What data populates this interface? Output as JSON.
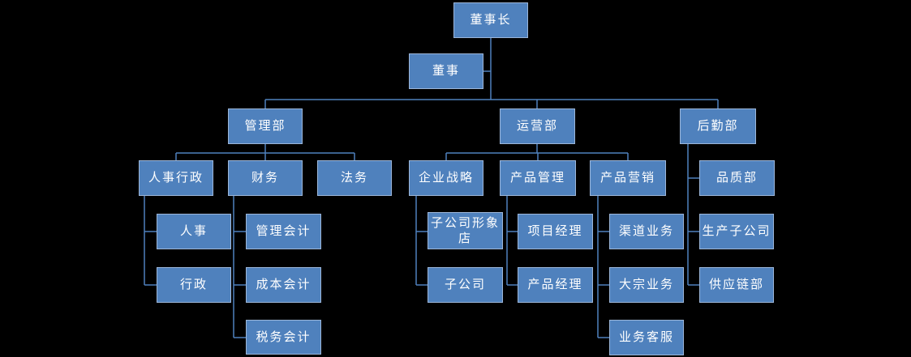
{
  "diagram": {
    "type": "org-chart",
    "language": "zh-CN"
  },
  "colors": {
    "background": "#000000",
    "node_fill": "#4f81bd",
    "node_border": "#9cb6d9",
    "connector": "#4f81bd",
    "text": "#ffffff"
  },
  "nodes": {
    "chairman": {
      "label": "董事长",
      "parent": null
    },
    "director": {
      "label": "董事",
      "parent": "chairman",
      "role": "assistant"
    },
    "management_dept": {
      "label": "管理部",
      "parent": "chairman"
    },
    "operations_dept": {
      "label": "运营部",
      "parent": "chairman"
    },
    "logistics_dept": {
      "label": "后勤部",
      "parent": "chairman"
    },
    "hr_admin": {
      "label": "人事行政",
      "parent": "management_dept"
    },
    "finance": {
      "label": "财务",
      "parent": "management_dept"
    },
    "legal": {
      "label": "法务",
      "parent": "management_dept"
    },
    "hr": {
      "label": "人事",
      "parent": "hr_admin"
    },
    "admin": {
      "label": "行政",
      "parent": "hr_admin"
    },
    "management_accounting": {
      "label": "管理会计",
      "parent": "finance"
    },
    "cost_accounting": {
      "label": "成本会计",
      "parent": "finance"
    },
    "tax_accounting": {
      "label": "税务会计",
      "parent": "finance"
    },
    "corporate_strategy": {
      "label": "企业战略",
      "parent": "operations_dept"
    },
    "product_management": {
      "label": "产品管理",
      "parent": "operations_dept"
    },
    "product_marketing": {
      "label": "产品营销",
      "parent": "operations_dept"
    },
    "subsidiary_image_store": {
      "label": "子公司形象店",
      "parent": "corporate_strategy"
    },
    "subsidiary": {
      "label": "子公司",
      "parent": "corporate_strategy"
    },
    "project_manager": {
      "label": "项目经理",
      "parent": "product_management"
    },
    "product_manager": {
      "label": "产品经理",
      "parent": "product_management"
    },
    "channel_business": {
      "label": "渠道业务",
      "parent": "product_marketing"
    },
    "bulk_business": {
      "label": "大宗业务",
      "parent": "product_marketing"
    },
    "business_customer_service": {
      "label": "业务客服",
      "parent": "product_marketing"
    },
    "quality_dept": {
      "label": "品质部",
      "parent": "logistics_dept"
    },
    "production_subsidiary": {
      "label": "生产子公司",
      "parent": "logistics_dept"
    },
    "supply_chain_dept": {
      "label": "供应链部",
      "parent": "logistics_dept"
    }
  }
}
